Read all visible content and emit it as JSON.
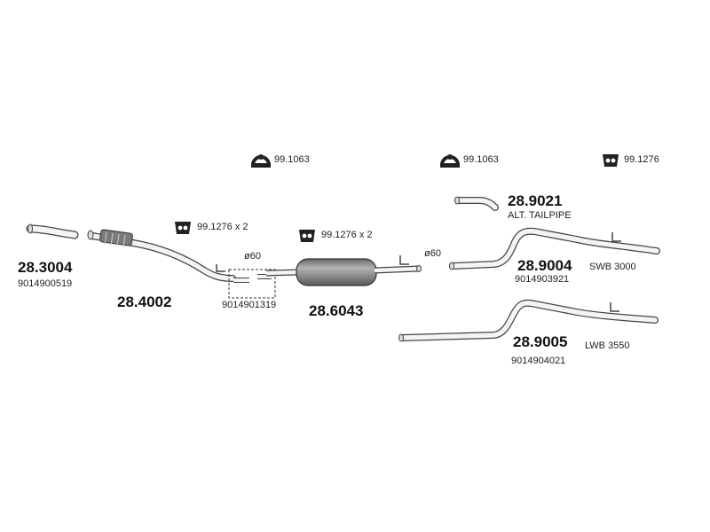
{
  "parts": {
    "clamp_top_left": "99.1063",
    "clamp_top_mid": "99.1063",
    "hanger_top_right": "99.1276",
    "hanger_pipe": "99.1276 x 2",
    "hanger_muffler": "99.1276 x 2",
    "front_pipe": {
      "number": "28.3004",
      "oe": "9014900519"
    },
    "flex_pipe": {
      "number": "28.4002"
    },
    "connector": {
      "oe": "9014901319",
      "diameter": "ø60"
    },
    "muffler": {
      "number": "28.6043",
      "diameter": "ø60"
    },
    "tailpipe_alt": {
      "number": "28.9021",
      "note": "ALT. TAILPIPE"
    },
    "tailpipe_swb": {
      "number": "28.9004",
      "variant": "SWB 3000",
      "oe": "9014903921"
    },
    "tailpipe_lwb": {
      "number": "28.9005",
      "variant": "LWB 3550",
      "oe": "9014904021"
    }
  },
  "colors": {
    "pipe_fill": "#f4f4f4",
    "pipe_stroke": "#444444",
    "muffler_fill": "#8a8a8a",
    "text": "#111111"
  },
  "icons": [
    "clamp-icon",
    "rubber-hanger-icon"
  ]
}
